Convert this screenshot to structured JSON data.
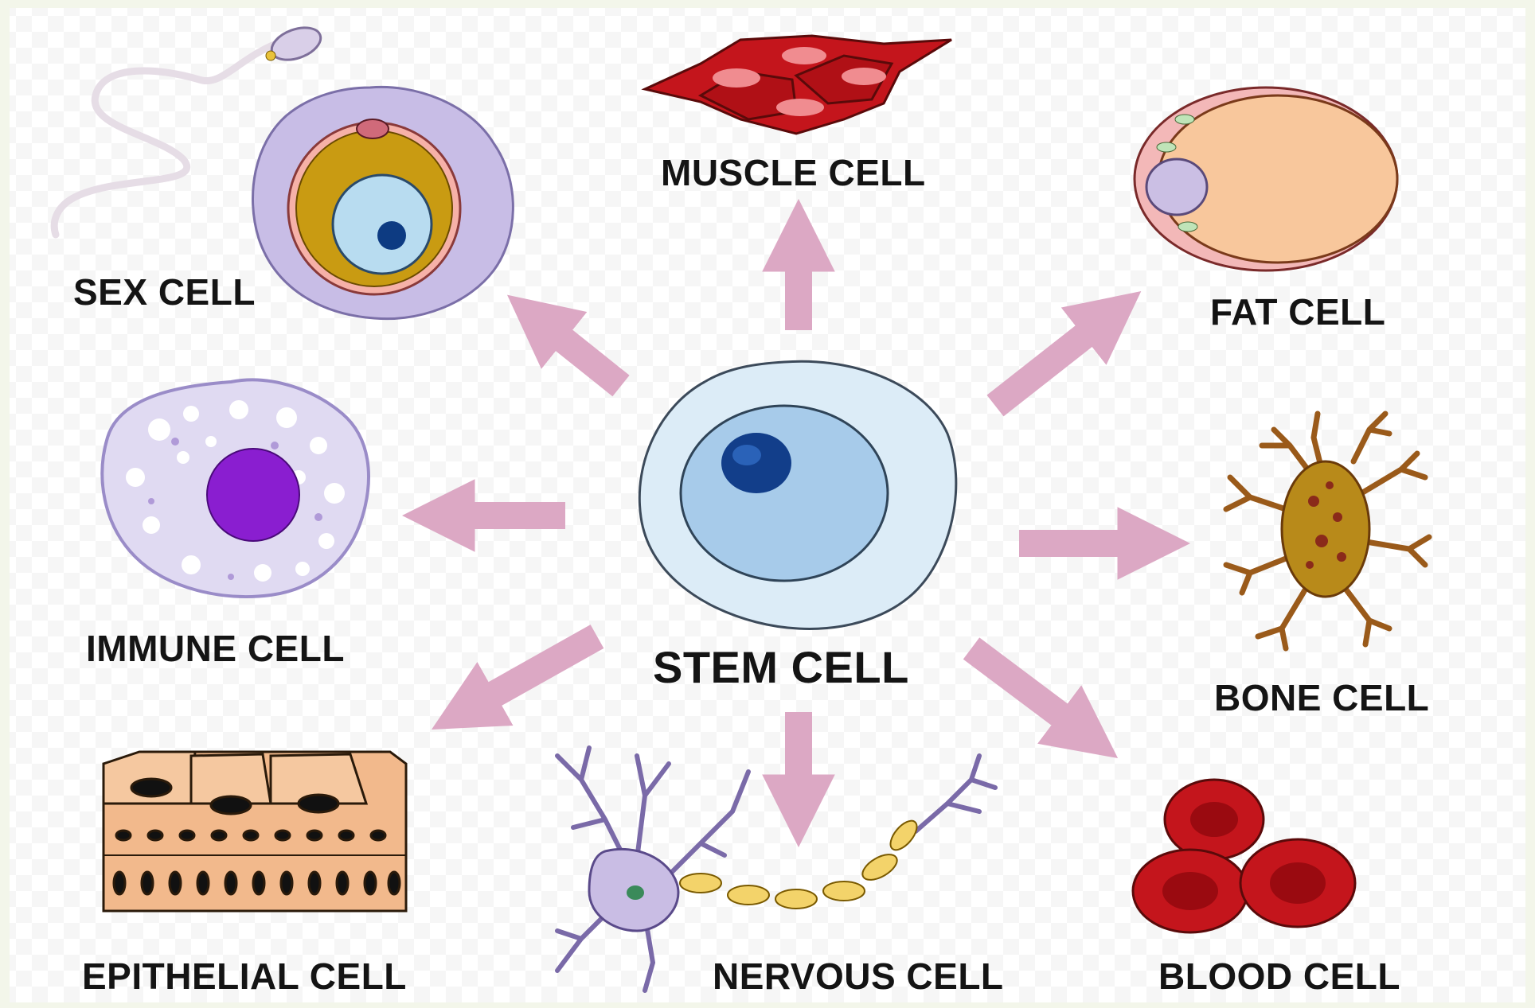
{
  "center": {
    "label": "STEM CELL"
  },
  "cells": {
    "muscle": "MUSCLE CELL",
    "sex": "SEX CELL",
    "fat": "FAT CELL",
    "immune": "IMMUNE CELL",
    "bone": "BONE CELL",
    "epithelial": "EPITHELIAL CELL",
    "nervous": "NERVOUS CELL",
    "blood": "BLOOD CELL"
  },
  "colors": {
    "background": "#f3f6ea",
    "arrow": "#dca8c4",
    "label": "#141414"
  }
}
